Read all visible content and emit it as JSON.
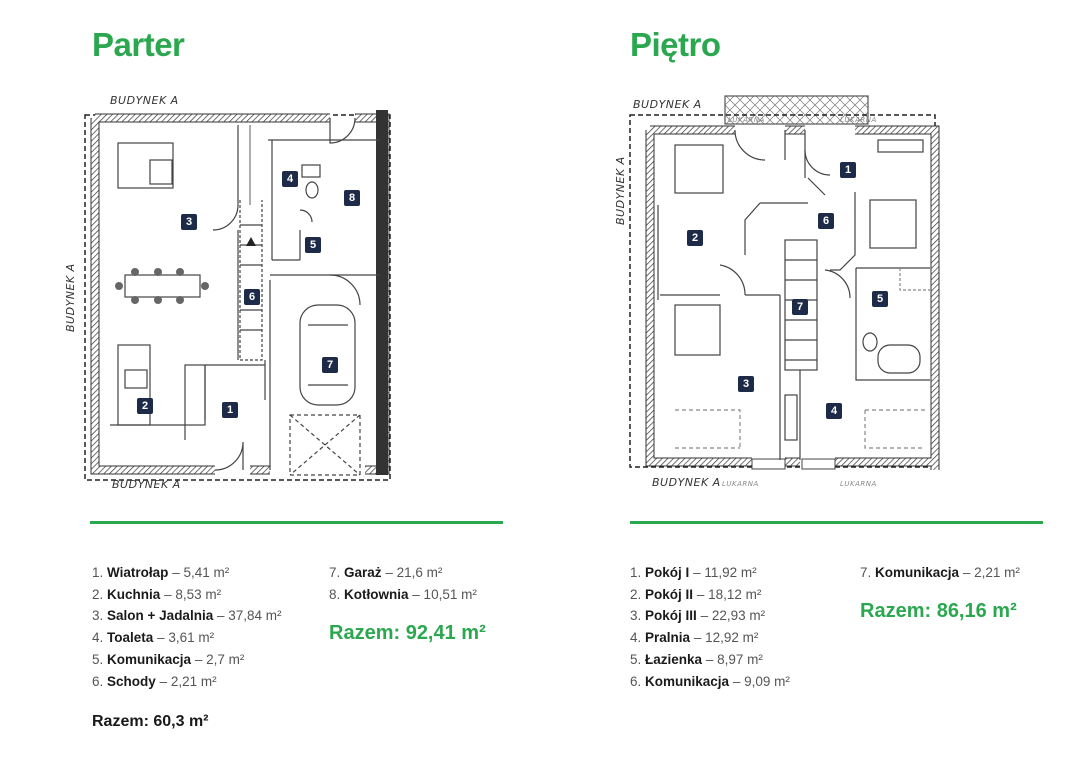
{
  "parter": {
    "title": "Parter",
    "building_top": "BUDYNEK A",
    "building_side": "BUDYNEK A",
    "building_bottom": "BUDYNEK A",
    "room_numbers": [
      "1",
      "2",
      "3",
      "4",
      "5",
      "6",
      "7",
      "8"
    ],
    "rooms": [
      {
        "num": "1.",
        "name": "Wiatrołap",
        "area": "– 5,41 m²"
      },
      {
        "num": "2.",
        "name": "Kuchnia",
        "area": "– 8,53 m²"
      },
      {
        "num": "3.",
        "name": "Salon + Jadalnia",
        "area": "– 37,84 m²"
      },
      {
        "num": "4.",
        "name": "Toaleta",
        "area": "– 3,61 m²"
      },
      {
        "num": "5.",
        "name": "Komunikacja",
        "area": "– 2,7 m²"
      },
      {
        "num": "6.",
        "name": "Schody",
        "area": "– 2,21 m²"
      },
      {
        "num": "7.",
        "name": "Garaż",
        "area": "– 21,6 m²"
      },
      {
        "num": "8.",
        "name": "Kotłownia",
        "area": "– 10,51 m²"
      }
    ],
    "subtotal": "Razem: 60,3 m²",
    "total": "Razem: 92,41 m²"
  },
  "pietro": {
    "title": "Piętro",
    "building_top": "BUDYNEK A",
    "building_side": "BUDYNEK A",
    "building_bottom": "BUDYNEK A",
    "lukarna_labels": [
      "LUKARNA",
      "LUKARNA",
      "LUKARNA",
      "LUKARNA"
    ],
    "room_numbers": [
      "1",
      "2",
      "3",
      "4",
      "5",
      "6",
      "7"
    ],
    "rooms": [
      {
        "num": "1.",
        "name": "Pokój I",
        "area": "– 11,92 m²"
      },
      {
        "num": "2.",
        "name": "Pokój II",
        "area": "– 18,12 m²"
      },
      {
        "num": "3.",
        "name": "Pokój III",
        "area": "– 22,93 m²"
      },
      {
        "num": "4.",
        "name": "Pralnia",
        "area": "– 12,92 m²"
      },
      {
        "num": "5.",
        "name": "Łazienka",
        "area": "– 8,97 m²"
      },
      {
        "num": "6.",
        "name": "Komunikacja",
        "area": "– 9,09 m²"
      },
      {
        "num": "7.",
        "name": "Komunikacja",
        "area": "– 2,21 m²"
      }
    ],
    "total": "Razem: 86,16 m²"
  },
  "colors": {
    "accent": "#2ba84f",
    "badge": "#1d2b48"
  }
}
